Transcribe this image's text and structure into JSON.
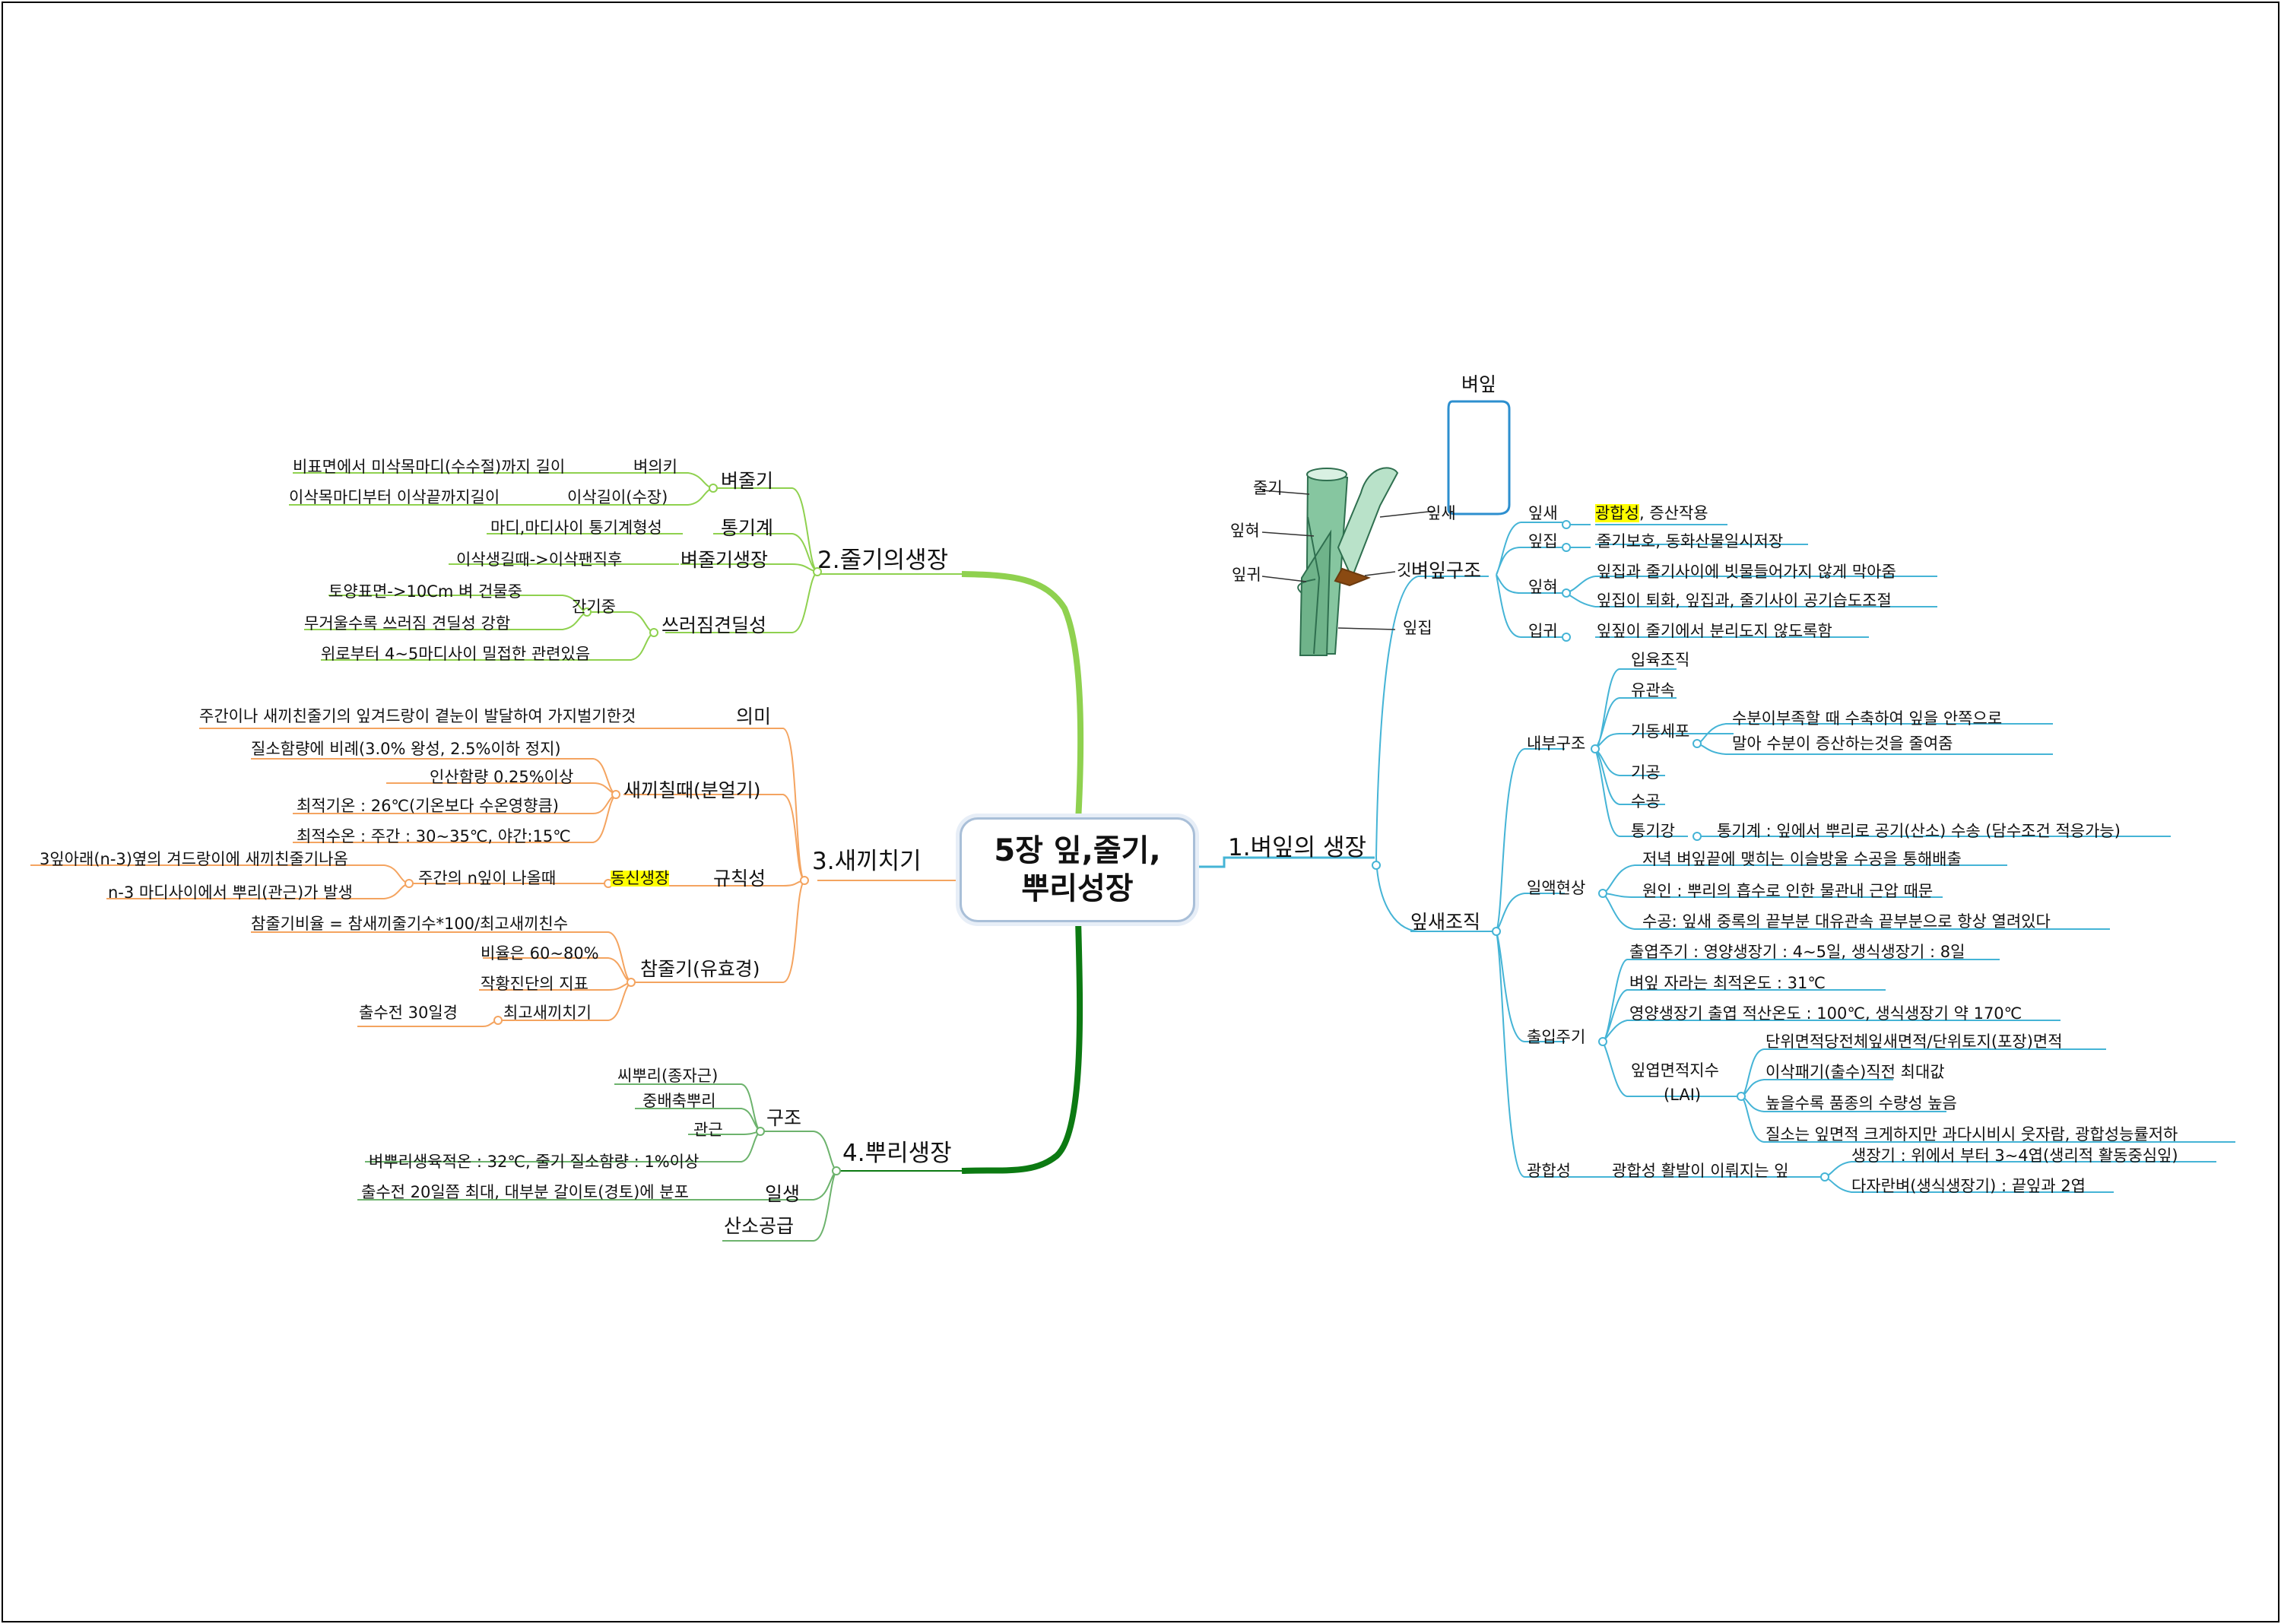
{
  "center": {
    "line1": "5장 잎,줄기,",
    "line2": "뿌리성장"
  },
  "colors": {
    "blue": "#45b4d6",
    "green_light": "#8fd14f",
    "green_dark": "#0c7a12",
    "orange": "#f4a460",
    "highlight": "#ffff00"
  },
  "sec1": {
    "title": "1.벼잎의 생장",
    "img": {
      "label_top": "벼잎",
      "stem": "줄기",
      "sheath": "잎혀",
      "auricle": "잎귀",
      "blade": "잎새",
      "ligule": "깃",
      "collar": "잎집"
    },
    "structure": {
      "title": "벼잎구조",
      "blade": {
        "label": "잎새",
        "hl": "광합성",
        "text": ", 증산작용"
      },
      "sheath": {
        "label": "잎집",
        "text": "줄기보호, 동화산물일시저장"
      },
      "ligule": {
        "label": "잎혀",
        "t1": "잎집과 줄기사이에 빗물들어가지 않게 막아줌",
        "t2": "잎집이 퇴화, 잎집과, 줄기사이 공기습도조절"
      },
      "auricle": {
        "label": "입귀",
        "text": "잎짚이 줄기에서 분리도지 않도록함"
      }
    },
    "tissue": {
      "title": "잎새조직",
      "internal": {
        "label": "내부구조",
        "i1": "입육조직",
        "i2": "유관속",
        "i3": "기동세포",
        "i3a": "수분이부족할 때 수축하여 잎을 안쪽으로",
        "i3b": "말아 수분이 증산하는것을 줄여줌",
        "i4": "기공",
        "i5": "수공",
        "i6": "통기강",
        "i6a": "통기계 : 잎에서 뿌리로 공기(산소) 수송 (담수조건 적응가능)"
      },
      "guttation": {
        "label": "일액현상",
        "g1": "저녁 벼잎끝에 맺히는 이슬방울 수공을 통해배출",
        "g2": "원인 : 뿌리의 흡수로 인한 물관내 근압 때문",
        "g3": "수공: 잎새 중록의 끝부분 대유관속 끝부분으로 항상 열려있다"
      },
      "cycle": {
        "label": "출입주기",
        "c1": "출엽주기 : 영양생장기 : 4~5일, 생식생장기 : 8일",
        "c2": "벼잎 자라는 최적온도 : 31℃",
        "c3": "영양생장기 출엽 적산온도 : 100℃, 생식생장기 약 170℃",
        "lai1": "잎엽면적지수",
        "lai2": "(LAI)",
        "l1": "단위면적당전체잎새면적/단위토지(포장)면적",
        "l2": "이삭패기(출수)직전 최대값",
        "l3": "높을수록 품종의 수량성 높음",
        "l4": "질소는 잎면적 크게하지만 과다시비시 웃자람, 광합성능률저하"
      },
      "photo": {
        "label": "광합성",
        "p": "광합성 활발이 이뤄지는 잎",
        "p1": "생장기 : 위에서 부터 3~4엽(생리적 활동중심잎)",
        "p2": "다자란벼(생식생장기) : 끝잎과 2엽"
      }
    }
  },
  "sec2": {
    "title": "2.줄기의생장",
    "height": {
      "label": "벼줄기",
      "sub1": "벼의키",
      "sub1t": "비표면에서 미삭목마디(수수절)까지 길이",
      "sub2": "이삭길이(수장)",
      "sub2t": "이삭목마디부터 이삭끝까지길이"
    },
    "vent": {
      "label": "통기계",
      "t": "마디,마디사이 통기계형성"
    },
    "growth": {
      "label": "벼줄기생장",
      "t": "이삭생길때->이삭팬직후"
    },
    "lodging": {
      "label": "쓰러짐견딜성",
      "sub": "간기중",
      "s1": "토양표면->10Cm 벼 건물중",
      "s2": "무거울수록 쓰러짐 견딜성 강함",
      "s3": "위로부터 4~5마디사이 밀접한 관련있음"
    }
  },
  "sec3": {
    "title": "3.새끼치기",
    "meaning": {
      "label": "의미",
      "t": "주간이나 새끼친줄기의 잎겨드랑이 곁눈이 발달하여 가지벌기한것"
    },
    "when": {
      "label": "새끼칠때(분얼기)",
      "w1": "질소함량에 비례(3.0% 왕성, 2.5%이하 정지)",
      "w2": "인산함량 0.25%이상",
      "w3": "최적기온 : 26℃(기온보다 수온영향큼)",
      "w4": "최적수온 : 주간 : 30~35℃, 야간:15℃"
    },
    "rule": {
      "label": "규칙성",
      "hl": "동신생장",
      "sub": "주간의 n잎이 나올때",
      "r1": "3잎아래(n-3)옆의 겨드랑이에 새끼친줄기나옴",
      "r2": "n-3 마디사이에서 뿌리(관근)가 발생"
    },
    "eff": {
      "label": "참줄기(유효경)",
      "e1": "참줄기비율 = 참새끼줄기수*100/최고새끼친수",
      "e2": "비율은 60~80%",
      "e3": "작황진단의 지표",
      "e4": "최고새끼치기",
      "e4t": "출수전 30일경"
    }
  },
  "sec4": {
    "title": "4.뿌리생장",
    "struct": {
      "label": "구조",
      "a1": "씨뿌리(종자근)",
      "a2": "중배축뿌리",
      "a3": "관근",
      "a4": "벼뿌리생육적온 : 32℃, 줄기 질소함량 : 1%이상"
    },
    "life": {
      "label": "일생",
      "t": "출수전 20일쯤 최대, 대부분 갈이토(경토)에 분포"
    },
    "oxy": {
      "label": "산소공급"
    }
  }
}
